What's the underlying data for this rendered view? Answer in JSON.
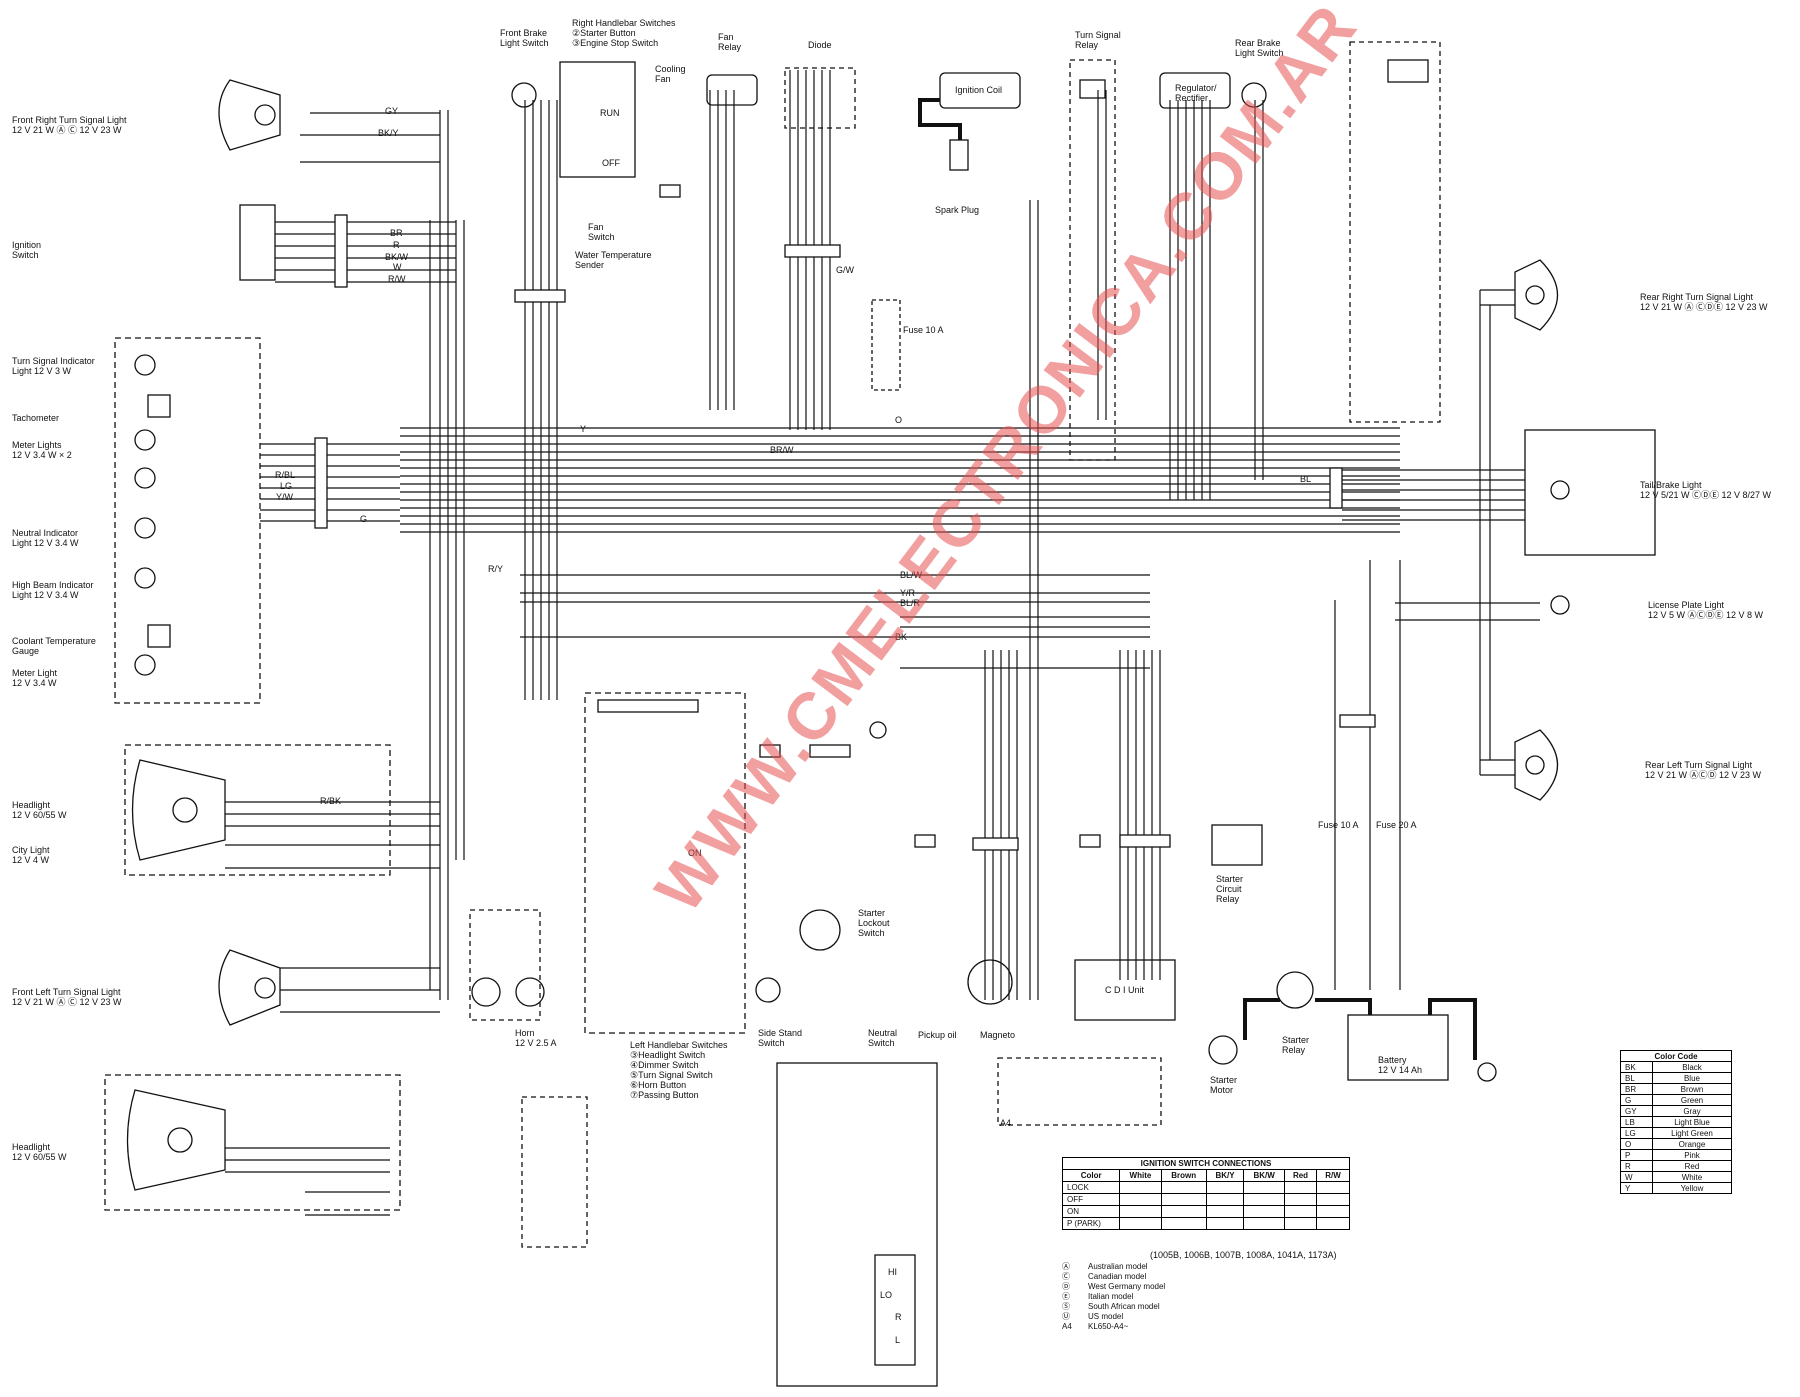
{
  "components": {
    "front_brake_switch": "Front Brake\nLight Switch",
    "right_handlebar": "Right Handlebar Switches\n②Starter Button\n③Engine Stop Switch",
    "cooling_fan": "Cooling\nFan",
    "fan_relay": "Fan\nRelay",
    "diode": "Diode",
    "ignition_coil": "Ignition Coil",
    "spark_plug": "Spark Plug",
    "turn_signal_relay": "Turn Signal\nRelay",
    "regulator": "Regulator/\nRectifier",
    "rear_brake_switch": "Rear Brake\nLight Switch",
    "front_right_turn": "Front Right Turn Signal Light\n12 V 21 W Ⓐ Ⓒ 12 V 23 W",
    "ignition_switch": "Ignition\nSwitch",
    "fan_switch": "Fan\nSwitch",
    "water_temp_sender": "Water Temperature\nSender",
    "turn_indicator": "Turn Signal Indicator\nLight 12 V 3 W",
    "tachometer": "Tachometer",
    "meter_lights": "Meter Lights\n12 V 3.4 W × 2",
    "neutral_indicator": "Neutral Indicator\nLight 12 V 3.4 W",
    "high_beam": "High Beam Indicator\nLight 12 V 3.4 W",
    "coolant_gauge": "Coolant Temperature\nGauge",
    "meter_light": "Meter Light\n12 V 3.4 W",
    "headlight": "Headlight\n12 V 60/55 W",
    "city_light": "City Light\n12 V 4 W",
    "front_left_turn": "Front Left Turn Signal Light\n12 V 21 W Ⓐ Ⓒ 12 V 23 W",
    "horn": "Horn\n12 V 2.5 A",
    "left_handlebar": "Left Handlebar Switches\n③Headlight Switch\n④Dimmer Switch\n⑤Turn Signal Switch\n⑥Horn Button\n⑦Passing Button",
    "side_stand": "Side Stand\nSwitch",
    "starter_lockout": "Starter\nLockout\nSwitch",
    "neutral_switch": "Neutral\nSwitch",
    "pickup_coil": "Pickup oil",
    "magneto": "Magneto",
    "starter_circuit_relay": "Starter\nCircuit\nRelay",
    "cdi_unit": "C D I Unit",
    "starter_relay": "Starter\nRelay",
    "starter_motor": "Starter\nMotor",
    "battery": "Battery\n12 V 14 Ah",
    "rear_right_turn": "Rear Right Turn Signal Light\n12 V 21 W Ⓐ ⒸⒹⒺ 12 V 23 W",
    "tail_brake": "Tail/Brake Light\n12 V 5/21 W ⒸⒹⒺ 12 V 8/27 W",
    "license_plate": "License Plate Light\n12 V 5 W ⒶⒸⒹⒺ 12 V 8 W",
    "rear_left_turn": "Rear Left Turn Signal Light\n12 V 21 W ⒶⒸⒹ 12 V 23 W",
    "fuse_10a_main": "Fuse 10 A",
    "fuse_10a": "Fuse 10 A",
    "fuse_20a": "Fuse 20 A",
    "headlight_alt": "Headlight\n12 V 60/55 W",
    "a4": "A4"
  },
  "wire_labels": [
    "GY",
    "BK/Y",
    "BR",
    "R",
    "BK/W",
    "W",
    "R/W",
    "G",
    "Y",
    "BK",
    "BR/W",
    "R/BL",
    "LG",
    "Y/W",
    "R/BK",
    "BL",
    "BL/R",
    "Y/R",
    "BL/W",
    "O",
    "R/Y",
    "G/W"
  ],
  "watermark": "WWW.CMELECTRONICA.COM.AR",
  "color_code": {
    "title": "Color Code",
    "rows": [
      [
        "BK",
        "Black"
      ],
      [
        "BL",
        "Blue"
      ],
      [
        "BR",
        "Brown"
      ],
      [
        "G",
        "Green"
      ],
      [
        "GY",
        "Gray"
      ],
      [
        "LB",
        "Light Blue"
      ],
      [
        "LG",
        "Light Green"
      ],
      [
        "O",
        "Orange"
      ],
      [
        "P",
        "Pink"
      ],
      [
        "R",
        "Red"
      ],
      [
        "W",
        "White"
      ],
      [
        "Y",
        "Yellow"
      ]
    ]
  },
  "ignition_table": {
    "title": "IGNITION SWITCH CONNECTIONS",
    "header": [
      "Color",
      "White",
      "Brown",
      "BK/Y",
      "BK/W",
      "Red",
      "R/W"
    ],
    "rows": [
      "LOCK",
      "OFF",
      "ON",
      "P (PARK)"
    ],
    "footnote": "(1005B, 1006B, 1007B, 1008A, 1041A, 1173A)"
  },
  "model_legend": [
    [
      "Ⓐ",
      "Australian model"
    ],
    [
      "Ⓒ",
      "Canadian model"
    ],
    [
      "Ⓓ",
      "West Germany model"
    ],
    [
      "Ⓔ",
      "Italian model"
    ],
    [
      "Ⓢ",
      "South African model"
    ],
    [
      "Ⓤ",
      "US model"
    ],
    [
      "A4",
      "KL650-A4~"
    ]
  ],
  "switch_positions": {
    "run": "RUN",
    "off": "OFF",
    "on": "ON",
    "hi": "HI",
    "lo": "LO",
    "r": "R",
    "l": "L"
  }
}
